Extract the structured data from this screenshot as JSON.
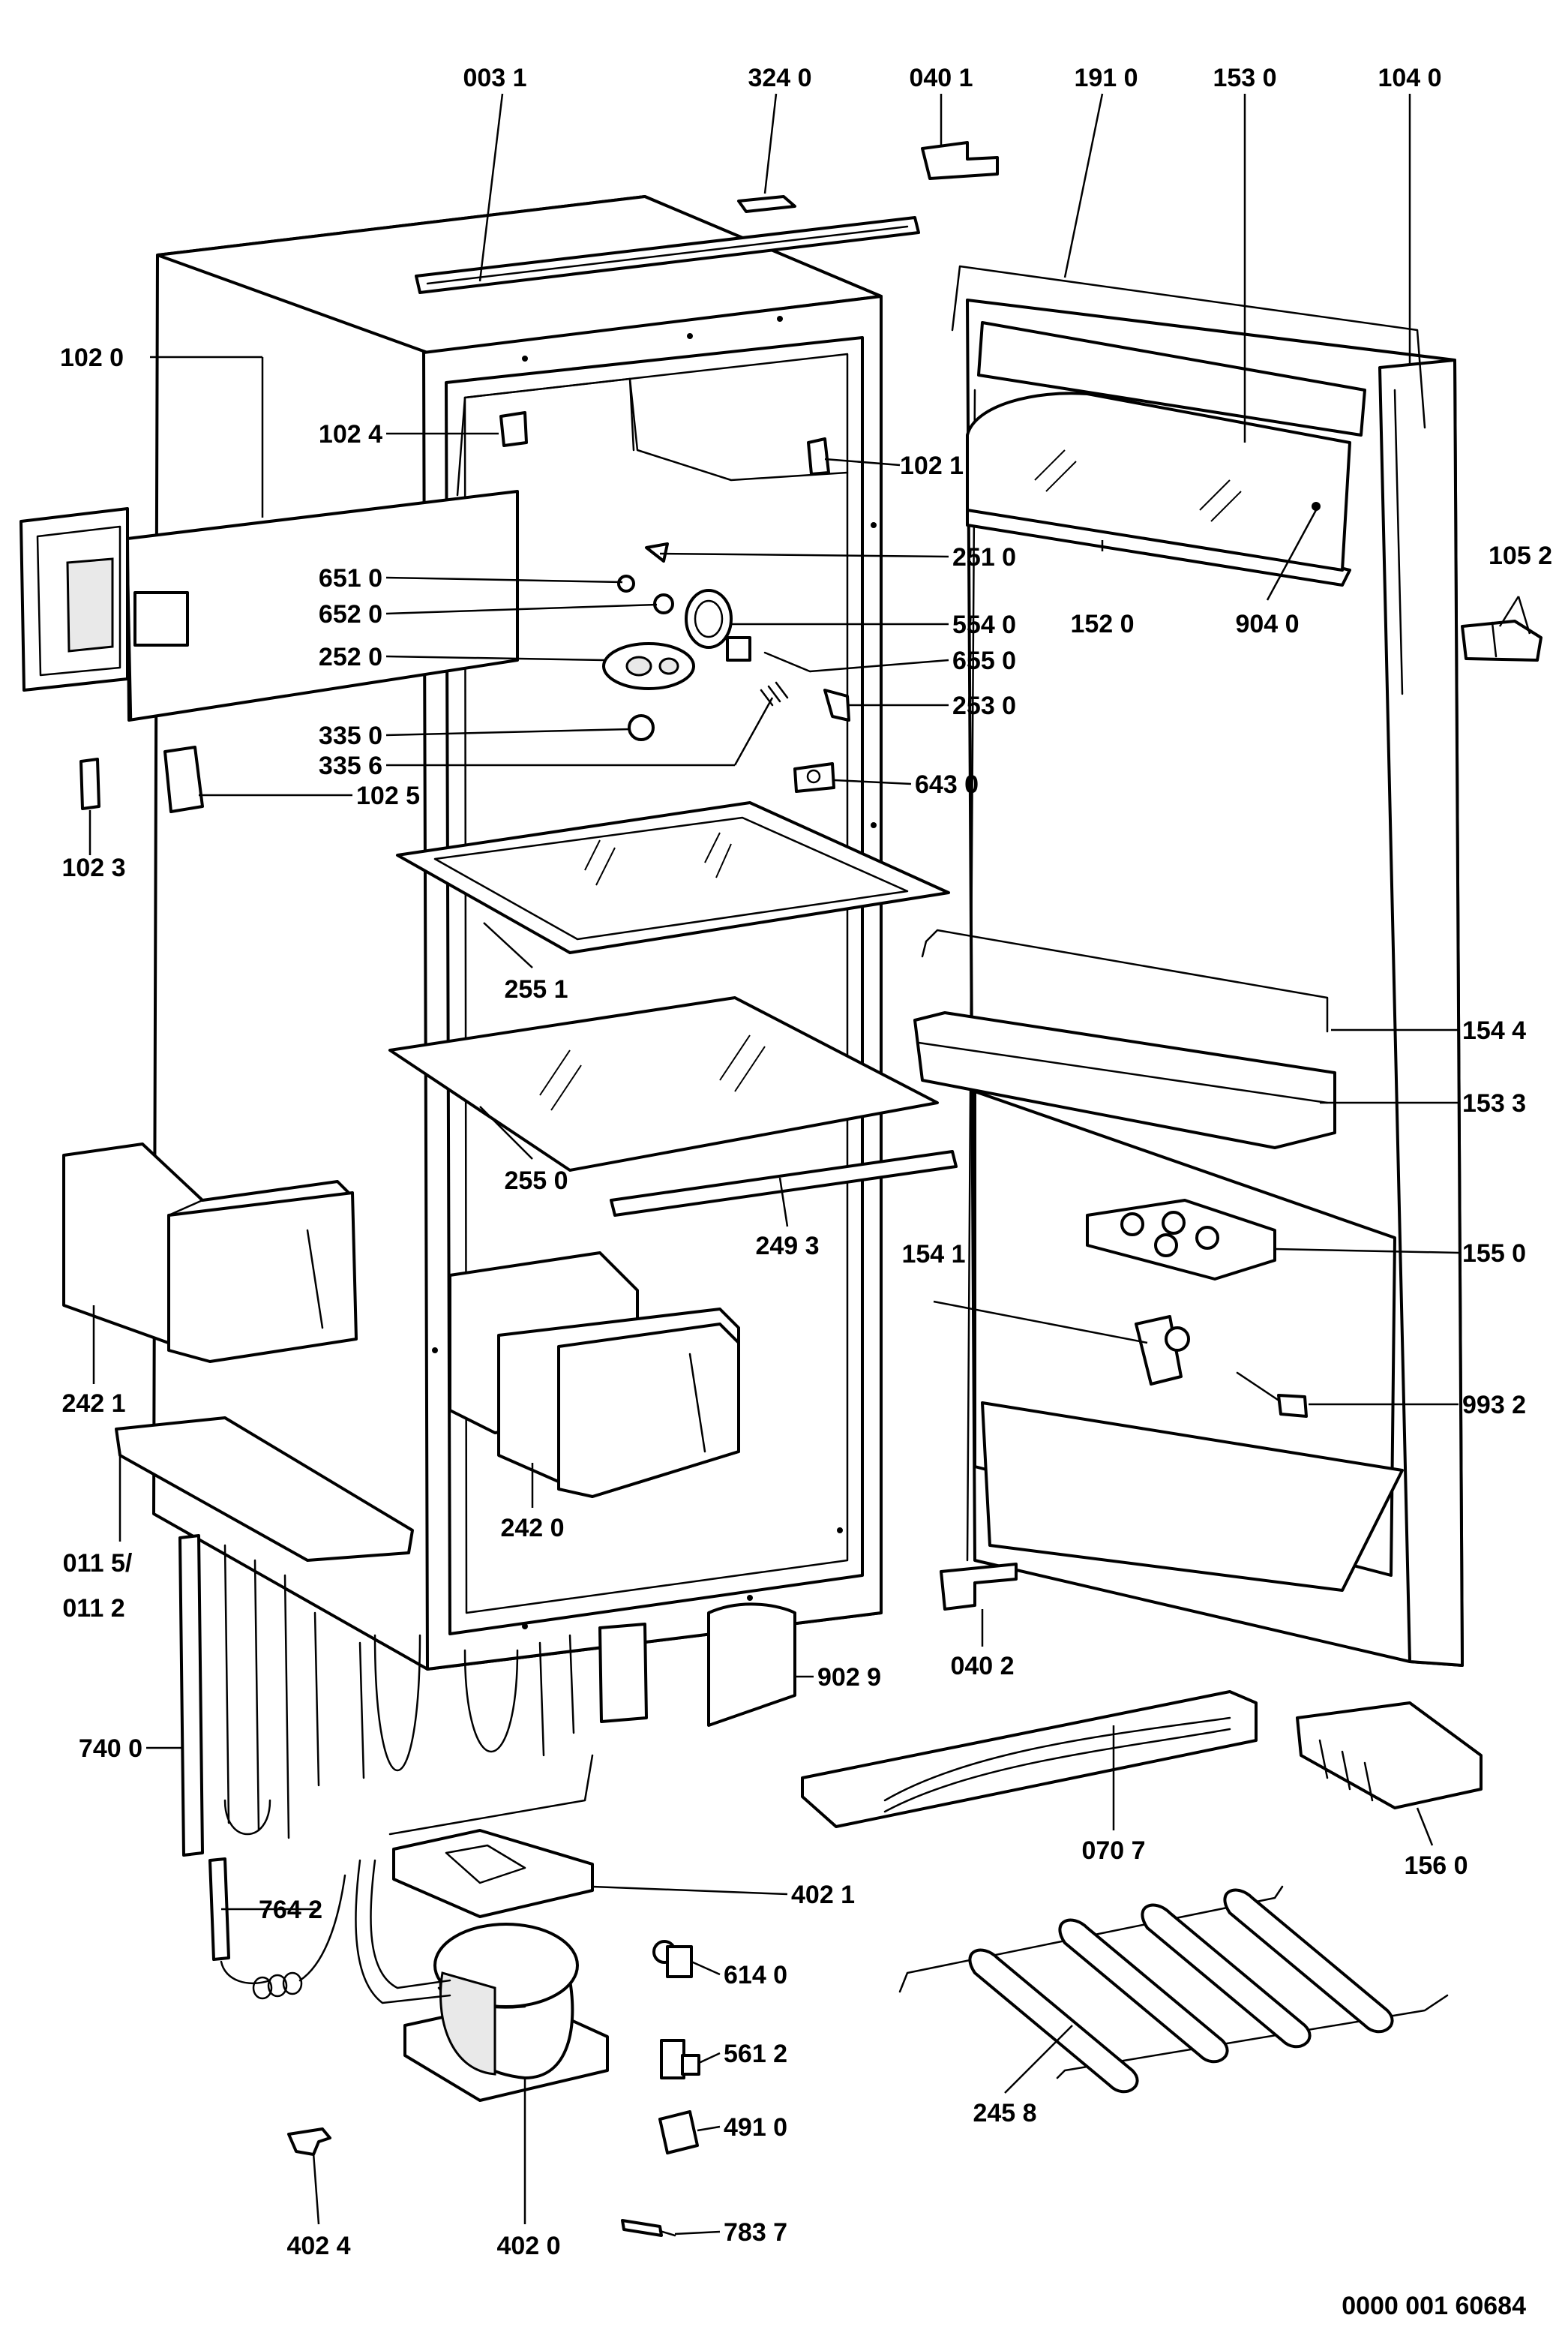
{
  "diagram": {
    "drawing_number": "0000 001 60684",
    "labels": {
      "p0031": "003 1",
      "p3240": "324 0",
      "p0401": "040 1",
      "p1910": "191 0",
      "p1530": "153 0",
      "p1040": "104 0",
      "p1020": "102 0",
      "p1024": "102 4",
      "p1021": "102 1",
      "p1052": "105 2",
      "p6510": "651 0",
      "p6520": "652 0",
      "p2520": "252 0",
      "p2510": "251 0",
      "p5540": "554 0",
      "p6550": "655 0",
      "p2530": "253 0",
      "p1520": "152 0",
      "p9040": "904 0",
      "p3350": "335 0",
      "p3356": "335 6",
      "p1025": "102 5",
      "p6430": "643 0",
      "p1023": "102 3",
      "p2551": "255 1",
      "p1544": "154 4",
      "p1533": "153 3",
      "p2550": "255 0",
      "p2493": "249 3",
      "p1550": "155 0",
      "p1541": "154 1",
      "p2421": "242 1",
      "p9932": "993 2",
      "p2420": "242 0",
      "p0115": "011 5/",
      "p0112": "011 2",
      "p0402": "040 2",
      "p9029": "902 9",
      "p7400": "740 0",
      "p0707": "070 7",
      "p1560": "156 0",
      "p4021": "402 1",
      "p7642": "764 2",
      "p6140": "614 0",
      "p5612": "561 2",
      "p4910": "491 0",
      "p2458": "245 8",
      "p7837": "783 7",
      "p4024": "402 4",
      "p4020": "402 0"
    }
  }
}
